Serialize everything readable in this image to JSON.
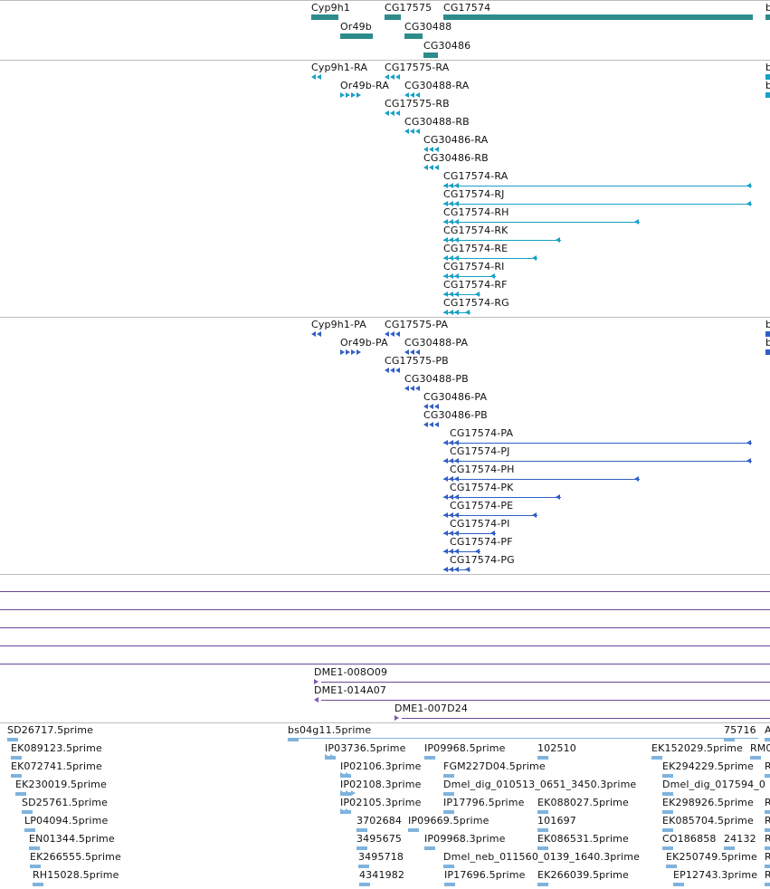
{
  "colors": {
    "gene": "#2e8b8b",
    "mrna": "#18a0c6",
    "cds": "#2f5fc4",
    "clone": "#7b5ab3",
    "hline": "#6a4a9a",
    "est": "#7fb3dd",
    "divider": "#bdbdbd"
  },
  "tracks": {
    "genes": [
      "Cyp9h1",
      "CG17575",
      "CG17574",
      "b",
      "Or49b",
      "CG30488",
      "CG30486"
    ],
    "transcripts": [
      "Cyp9h1-RA",
      "CG17575-RA",
      "b",
      "Or49b-RA",
      "CG30488-RA",
      "b",
      "CG17575-RB",
      "CG30488-RB",
      "CG30486-RA",
      "CG30486-RB",
      "CG17574-RA",
      "CG17574-RJ",
      "CG17574-RH",
      "CG17574-RK",
      "CG17574-RE",
      "CG17574-RI",
      "CG17574-RF",
      "CG17574-RG"
    ],
    "proteins": [
      "Cyp9h1-PA",
      "CG17575-PA",
      "b",
      "Or49b-PA",
      "CG30488-PA",
      "b",
      "CG17575-PB",
      "CG30488-PB",
      "CG30486-PA",
      "CG30486-PB",
      "CG17574-PA",
      "CG17574-PJ",
      "CG17574-PH",
      "CG17574-PK",
      "CG17574-PE",
      "CG17574-PI",
      "CG17574-PF",
      "CG17574-PG"
    ],
    "clones": [
      "DME1-008O09",
      "DME1-014A07",
      "DME1-007D24"
    ],
    "ests": [
      "SD26717.5prime",
      "bs04g11.5prime",
      "75716",
      "A",
      "EK089123.5prime",
      "IP03736.5prime",
      "IP09968.5prime",
      "102510",
      "EK152029.5prime",
      "RM0",
      "EK072741.5prime",
      "IP02106.3prime",
      "FGM227D04.5prime",
      "EK294229.5prime",
      "R",
      "EK230019.5prime",
      "IP02108.3prime",
      "Dmel_dig_010513_0651_3450.3prime",
      "Dmel_dig_017594_0",
      "SD25761.5prime",
      "IP02105.3prime",
      "IP17796.5prime",
      "EK088027.5prime",
      "EK298926.5prime",
      "R",
      "LP04094.5prime",
      "3702684",
      "IP09669.5prime",
      "101697",
      "EK085704.5prime",
      "R",
      "EN01344.5prime",
      "3495675",
      "IP09968.3prime",
      "EK086531.5prime",
      "CO186858",
      "24132",
      "R",
      "EK266555.5prime",
      "3495718",
      "Dmel_neb_011560_0139_1640.3prime",
      "EK250749.5prime",
      "R",
      "RH15028.5prime",
      "4341982",
      "IP17696.5prime",
      "EK266039.5prime",
      "EP12743.3prime",
      "R"
    ]
  }
}
